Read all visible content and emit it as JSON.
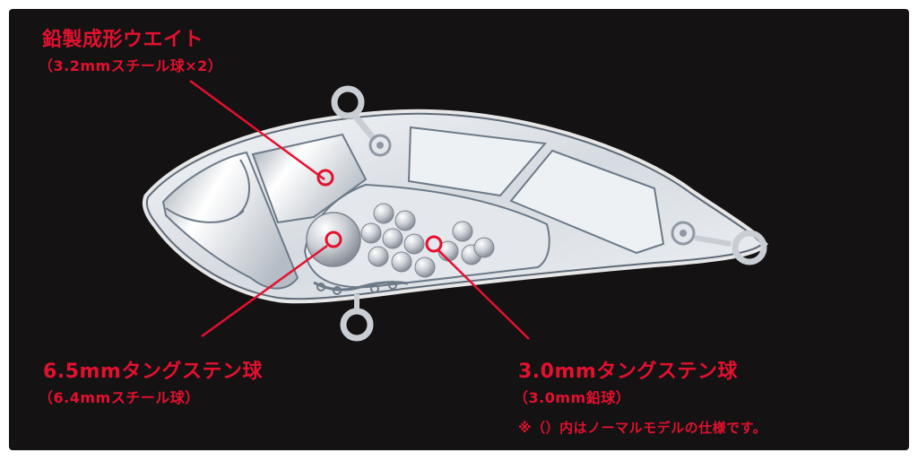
{
  "colors": {
    "background": "#141213",
    "accent": "#e3112f",
    "lure_outline": "#ffffff",
    "lure_body": "#d9dde3",
    "line_art": "#6d7a88"
  },
  "callouts": [
    {
      "title": "鉛製成形ウエイト",
      "subtitle": "（3.2mmスチール球×2）"
    },
    {
      "title": "6.5mmタングステン球",
      "subtitle": "（6.4mmスチール球）"
    },
    {
      "title": "3.0mmタングステン球",
      "subtitle": "（3.0mm鉛球）"
    }
  ],
  "note": "※（）内はノーマルモデルの仕様です。"
}
